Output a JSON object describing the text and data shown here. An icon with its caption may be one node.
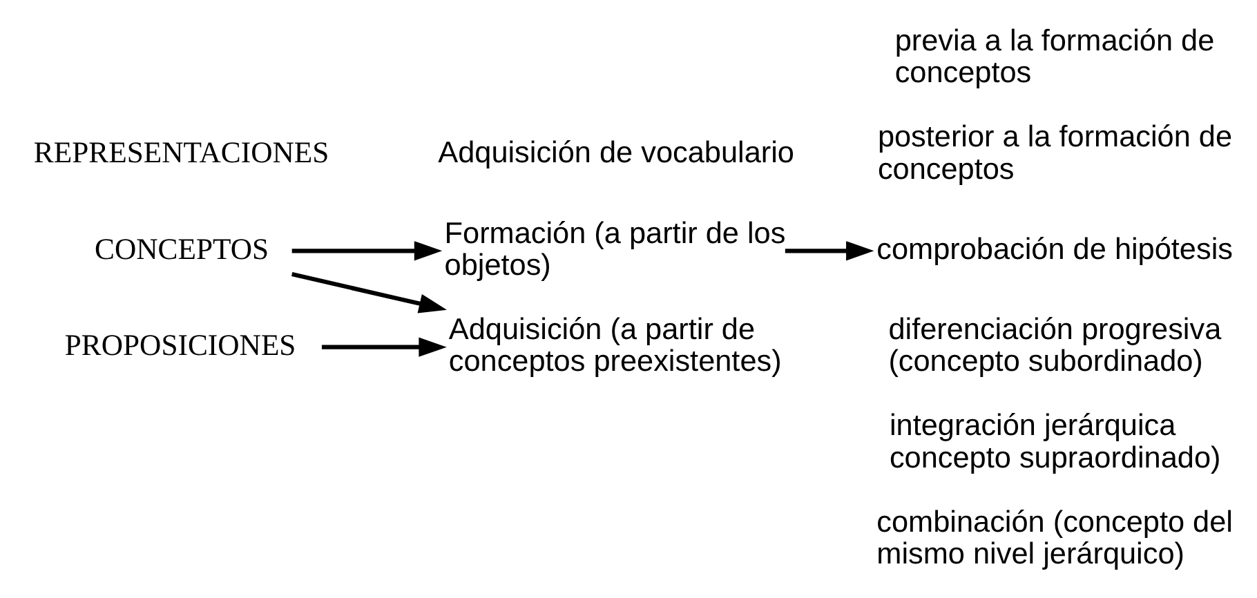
{
  "diagram": {
    "nodes": [
      {
        "text": [
          "REPRESENTACIONES"
        ]
      },
      {
        "text": [
          "CONCEPTOS"
        ]
      },
      {
        "text": [
          "PROPOSICIONES"
        ]
      },
      {
        "text": [
          "Adquisición de vocabulario"
        ]
      },
      {
        "text": [
          "Formación (a partir de los objetos)"
        ]
      },
      {
        "text": [
          "Adquisición (a partir de conceptos preexistentes)"
        ]
      },
      {
        "text": [
          "previa a la formación de conceptos"
        ]
      },
      {
        "text": [
          "posterior a la formación de conceptos"
        ]
      },
      {
        "text": [
          "comprobación de hipótesis"
        ]
      },
      {
        "text": [
          "diferenciación progresiva (concepto subordinado)"
        ]
      },
      {
        "text": [
          "integración jerárquica concepto supraordinado)"
        ]
      },
      {
        "text": [
          "combinación (concepto del mismo nivel jerárquico)"
        ]
      }
    ],
    "edges": [
      {
        "from": 1,
        "to": 4,
        "arrow": "to"
      },
      {
        "from": 1,
        "to": 5,
        "arrow": "to"
      },
      {
        "from": 2,
        "to": 5,
        "arrow": "to"
      },
      {
        "from": 4,
        "to": 8,
        "arrow": "to"
      }
    ]
  }
}
